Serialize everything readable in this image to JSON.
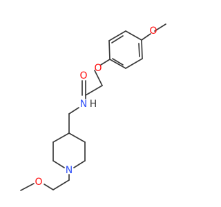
{
  "diagram": {
    "atom_colors": {
      "O": "#ff0d0d",
      "N": "#3050f8"
    },
    "bond_color": "#3a3a3a",
    "labels": {
      "o_para_methoxy": "O",
      "o_ether": "O",
      "o_carbonyl": "O",
      "n_amide": "N",
      "h_amide": "H",
      "n_piperidine": "N",
      "o_tail": "O"
    }
  }
}
